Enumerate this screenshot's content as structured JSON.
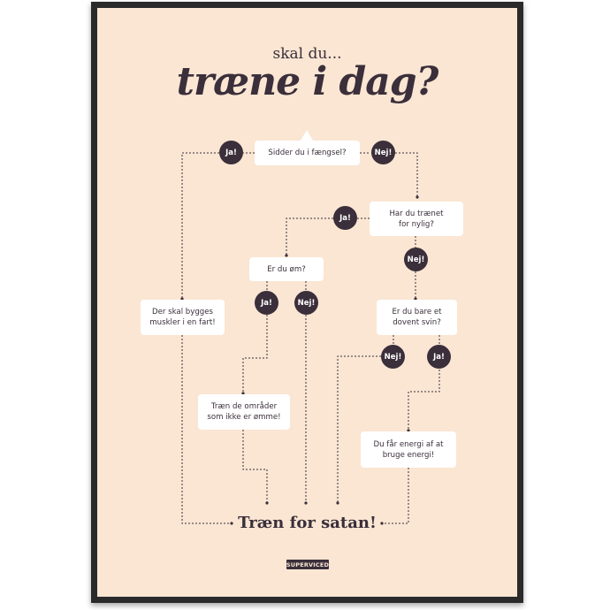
{
  "header": {
    "pre_title": "skal du...",
    "title": "træne i dag?"
  },
  "nodes": {
    "q_prison": "Sidder du i fængsel?",
    "q_trained": "Har du trænet\nfor nylig?",
    "q_sore": "Er du øm?",
    "a_muscles": "Der skal bygges\nmuskler i en fart!",
    "q_lazy": "Er du bare et\ndovent svin?",
    "a_areas": "Træn de områder\nsom ikke er ømme!",
    "a_energy": "Du får energi af at\nbruge energi!"
  },
  "badges": {
    "yes": "Ja!",
    "no": "Nej!"
  },
  "final": "Træn for satan!",
  "brand": {
    "logo": "SUPERVICED"
  },
  "colors": {
    "background": "#fae6d3",
    "ink": "#3a2f3a",
    "box": "#ffffff",
    "frame": "#2a2a2a"
  }
}
